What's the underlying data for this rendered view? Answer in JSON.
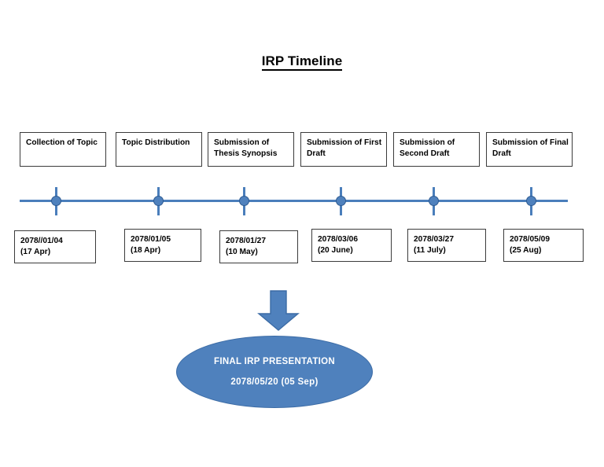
{
  "title": "IRP Timeline",
  "colors": {
    "accent_blue": "#4F81BD",
    "axis_blue": "#4A7EBB",
    "marker_border": "#2F5C93",
    "box_border": "#3B3B3B",
    "background": "#FFFFFF",
    "ellipse_text": "#FFFFFF"
  },
  "timeline": {
    "milestones": [
      {
        "event_line1": "Collection of Topic",
        "event_line2": "",
        "date_line1": "2078//01/04",
        "date_line2": "(17 Apr)"
      },
      {
        "event_line1": "Topic Distribution",
        "event_line2": "",
        "date_line1": "2078/01/05",
        "date_line2": "(18 Apr)"
      },
      {
        "event_line1": "Submission of Thesis",
        "event_line2": "Synopsis",
        "date_line1": "2078/01/27",
        "date_line2": "(10 May)"
      },
      {
        "event_line1": "Submission of First",
        "event_line2": "Draft",
        "date_line1": "2078/03/06",
        "date_line2": "(20 June)"
      },
      {
        "event_line1": "Submission of",
        "event_line2": "Second Draft",
        "date_line1": "2078/03/27",
        "date_line2": "(11 July)"
      },
      {
        "event_line1": "Submission of Final",
        "event_line2": "Draft",
        "date_line1": "2078/05/09",
        "date_line2": "(25 Aug)"
      }
    ]
  },
  "final": {
    "heading": "FINAL IRP PRESENTATION",
    "date": "2078/05/20 (05 Sep)"
  }
}
